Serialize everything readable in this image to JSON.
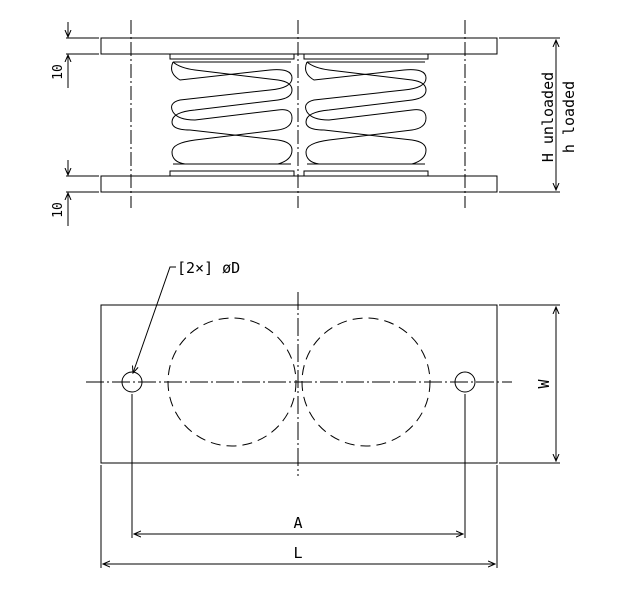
{
  "side_view": {
    "dim_top_plate": "10",
    "dim_bottom_plate": "10",
    "label_H": "H unloaded",
    "label_h": "h loaded"
  },
  "plan_view": {
    "hole_callout": "[2×] øD",
    "label_W": "W",
    "label_A": "A",
    "label_L": "L"
  }
}
